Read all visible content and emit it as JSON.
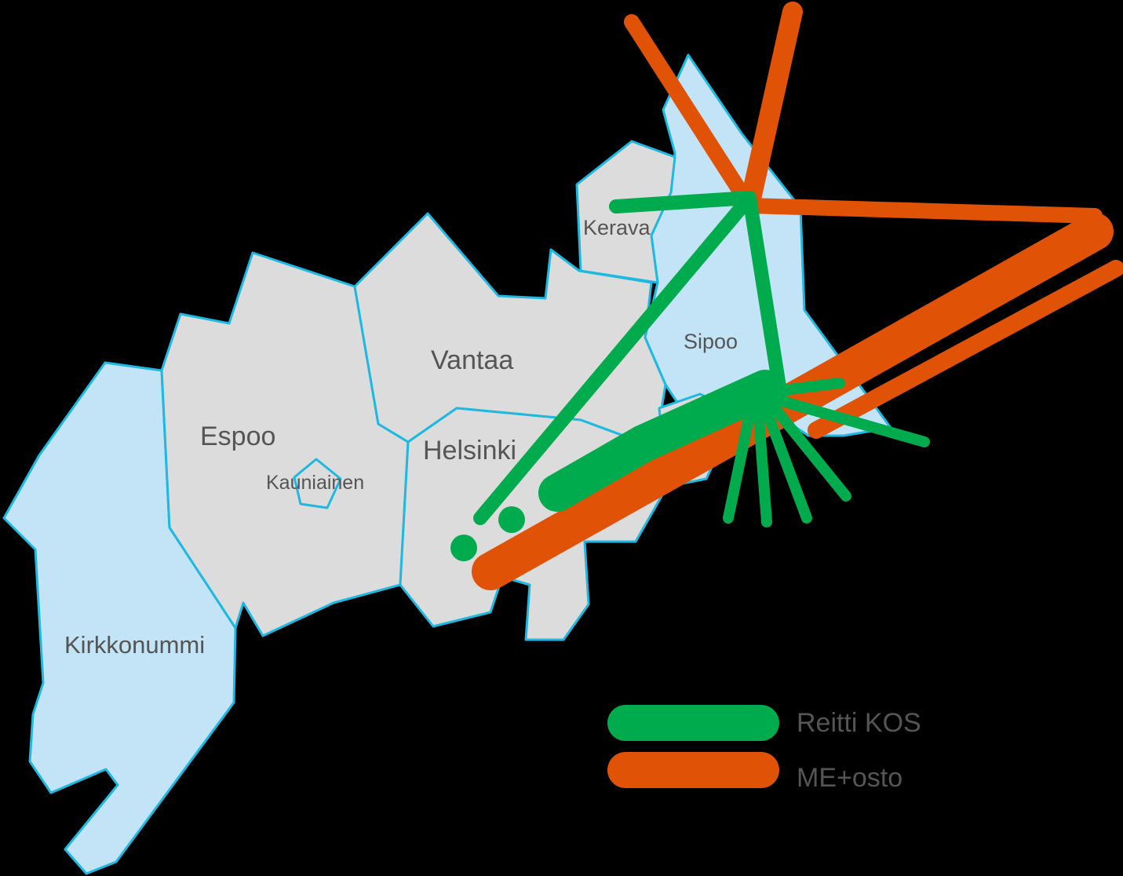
{
  "colors": {
    "background": "#000000",
    "gray_region": "#dcdcdc",
    "blue_region": "#c2e4f6",
    "border": "#1fb8e0",
    "route_green": "#00ab4e",
    "route_orange": "#e05206",
    "label": "#555555"
  },
  "municipalities": {
    "kirkkonummi": "Kirkkonummi",
    "espoo": "Espoo",
    "kauniainen": "Kauniainen",
    "vantaa": "Vantaa",
    "helsinki": "Helsinki",
    "kerava": "Kerava",
    "sipoo": "Sipoo"
  },
  "legend": {
    "reitti_kos": "Reitti KOS",
    "me_osto": "ME+osto"
  }
}
